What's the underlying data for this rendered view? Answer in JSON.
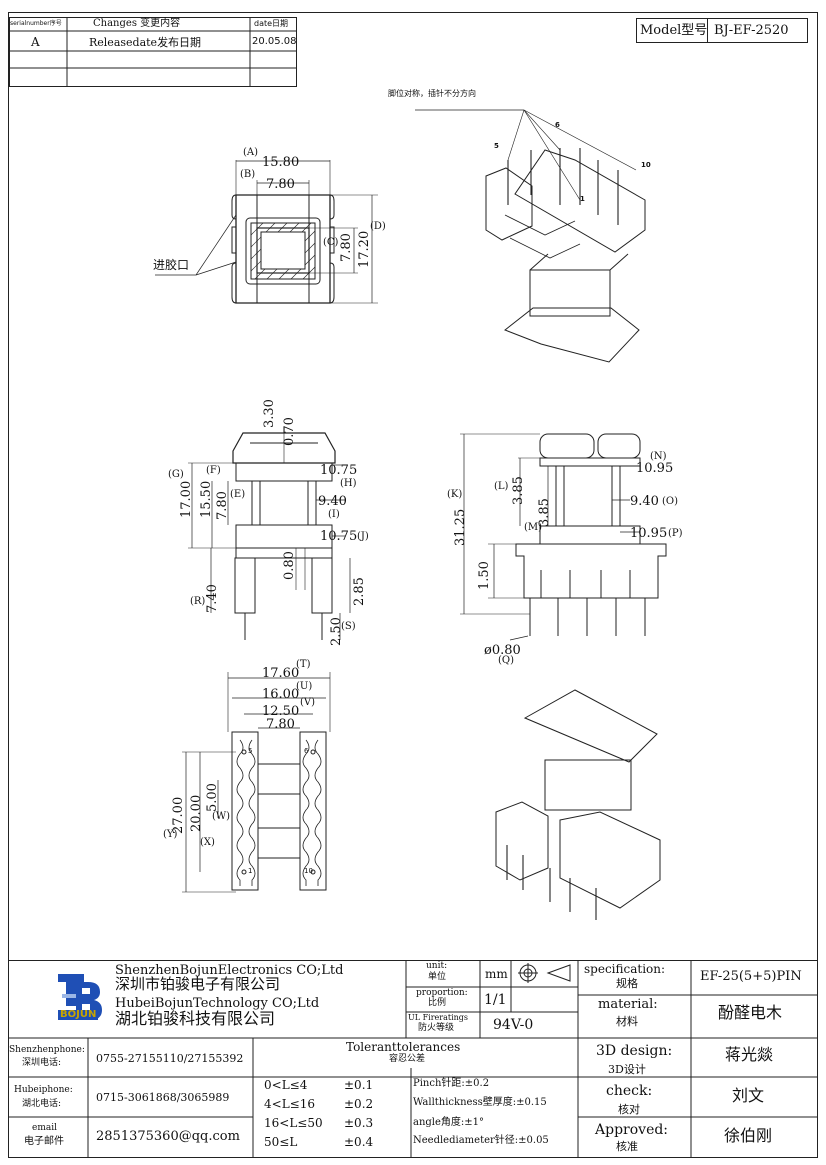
{
  "revision_table": {
    "headers": {
      "serial": "serialnumber序号",
      "changes": "Changes 变更内容",
      "date": "date日期"
    },
    "rows": [
      {
        "serial": "A",
        "changes": "Releasedate发布日期",
        "date": "20.05.08"
      }
    ]
  },
  "model": {
    "label": "Model型号",
    "value": "BJ-EF-2520"
  },
  "notes": {
    "pin_note": "脚位对称，插针不分方向",
    "gate_label": "进胶口"
  },
  "dims": {
    "A": "(A)",
    "B": "(B)",
    "C": "(C)",
    "D": "(D)",
    "d_15_80": "15.80",
    "d_7_80": "7.80",
    "d_17_20": "17.20",
    "d_3_30": "3.30",
    "d_0_70": "0.70",
    "F": "(F)",
    "G": "(G)",
    "E": "(E)",
    "H": "(H)",
    "I": "(I)",
    "J": "(J)",
    "R": "(R)",
    "S": "(S)",
    "d_17_00": "17.00",
    "d_15_50": "15.50",
    "d_10_75": "10.75",
    "d_9_40": "9.40",
    "d_10_75b": "10.75",
    "d_0_80": "0.80",
    "d_2_85": "2.85",
    "d_7_40": "7.40",
    "d_2_50": "2.50",
    "N": "(N)",
    "L": "(L)",
    "K": "(K)",
    "M": "(M)",
    "O": "(O)",
    "P": "(P)",
    "Q": "(Q)",
    "d_10_95": "10.95",
    "d_3_85": "3.85",
    "d_3_85b": "3.85",
    "d_9_40b": "9.40",
    "d_31_25": "31.25",
    "d_10_95b": "10.95",
    "d_1_50": "1.50",
    "d_phi": "ø0.80",
    "T": "(T)",
    "U": "(U)",
    "V": "(V)",
    "W": "(W)",
    "X": "(X)",
    "Y": "(Y)",
    "d_17_60": "17.60",
    "d_16_00": "16.00",
    "d_12_50": "12.50",
    "d_7_80b": "7.80",
    "d_27_00": "27.00",
    "d_20_00": "20.00",
    "d_5_00": "5.00",
    "pin5": "5",
    "pin6": "6",
    "pin1": "1",
    "pin10": "10",
    "iso_5": "5",
    "iso_6": "6",
    "iso_1": "1",
    "iso_10": "10"
  },
  "title_block": {
    "logo_text": "BOJUN",
    "company_en_1": "ShenzhenBojunElectronics CO;Ltd",
    "company_cn_1": "深圳市铂骏电子有限公司",
    "company_en_2": "HubeiBojunTechnology CO;Ltd",
    "company_cn_2": "湖北铂骏科技有限公司",
    "unit_label": "unit:",
    "unit_label_cn": "单位",
    "unit_value": "mm",
    "proportion_label": "proportion:",
    "proportion_label_cn": "比例",
    "proportion_value": "1/1",
    "ul_label": "UL Fireratings",
    "ul_label_cn": "防火等级",
    "ul_value": "94V-0",
    "spec_label": "specification:",
    "spec_label_cn": "规格",
    "spec_value": "EF-25(5+5)PIN",
    "material_label": "material:",
    "material_label_cn": "材料",
    "material_value": "酚醛电木",
    "design_label": "3D design:",
    "design_label_cn": "3D设计",
    "design_value": "蒋光燚",
    "check_label": "check:",
    "check_label_cn": "核对",
    "check_value": "刘文",
    "approved_label": "Approved:",
    "approved_label_cn": "核准",
    "approved_value": "徐伯刚",
    "sz_phone_label": "Shenzhenphone:",
    "sz_phone_label_cn": "深圳电话:",
    "sz_phone_value": "0755-27155110/27155392",
    "hb_phone_label": "Hubeiphone:",
    "hb_phone_label_cn": "湖北电话:",
    "hb_phone_value": "0715-3061868/3065989",
    "email_label": "email",
    "email_label_cn": "电子邮件",
    "email_value": "2851375360@qq.com",
    "tol_title": "Toleranttolerances",
    "tol_title_cn": "容忍公差",
    "tol_ranges": [
      {
        "range": "0<L≤4",
        "value": "±0.1"
      },
      {
        "range": "4<L≤16",
        "value": "±0.2"
      },
      {
        "range": "16<L≤50",
        "value": "±0.3"
      },
      {
        "range": "50≤L",
        "value": "±0.4"
      }
    ],
    "tol_specific": [
      "Pinch针距:±0.2",
      "Wallthickness壁厚度:±0.15",
      "angle角度:±1°",
      "Needlediameter针径:±0.05"
    ]
  }
}
